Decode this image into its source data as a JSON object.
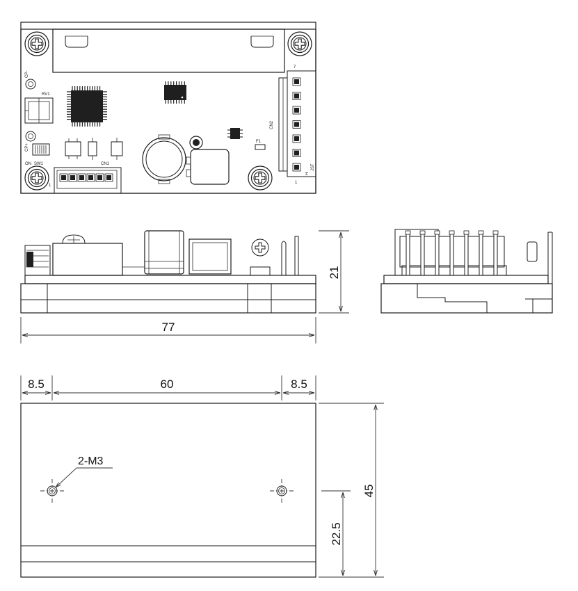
{
  "colors": {
    "pcb_green": "#d6e6dc",
    "line": "#1a1a1a",
    "background": "#ffffff"
  },
  "top_view": {
    "silkscreen": {
      "cp_minus": "CP-",
      "rv1": "RV1",
      "cp_plus": "CP+",
      "on": "ON",
      "sw1": "SW1",
      "cn1": "CN1",
      "cn2": "CN2",
      "f1": "F1",
      "jst": "JST",
      "h": "H",
      "pin_7": "7",
      "pin_1": "1",
      "pin_1_cn1": "1"
    }
  },
  "dimensions": {
    "overall_length": "77",
    "height": "21",
    "left_offset": "8.5",
    "hole_spacing": "60",
    "right_offset": "8.5",
    "width": "45",
    "hole_height": "22.5",
    "hole_callout": "2-M3"
  }
}
